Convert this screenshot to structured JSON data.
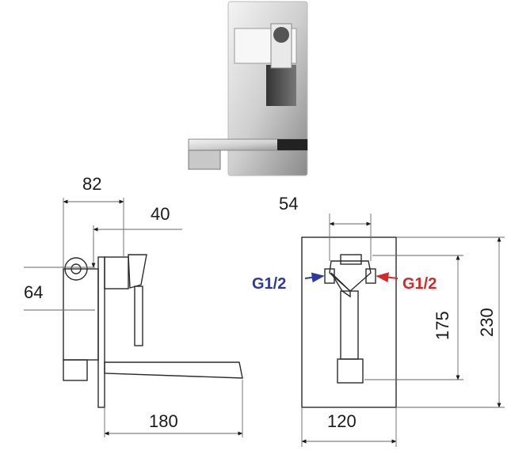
{
  "side_view": {
    "dim_width": "82",
    "dim_handle": "40",
    "dim_height": "64",
    "dim_spout": "180"
  },
  "front_view": {
    "dim_top": "54",
    "dim_bottom": "120",
    "dim_inner_height": "175",
    "dim_outer_height": "230",
    "inlet_left": "G1/2",
    "inlet_right": "G1/2"
  },
  "colors": {
    "inlet_left": "#2d3a9a",
    "inlet_right": "#d62828"
  }
}
